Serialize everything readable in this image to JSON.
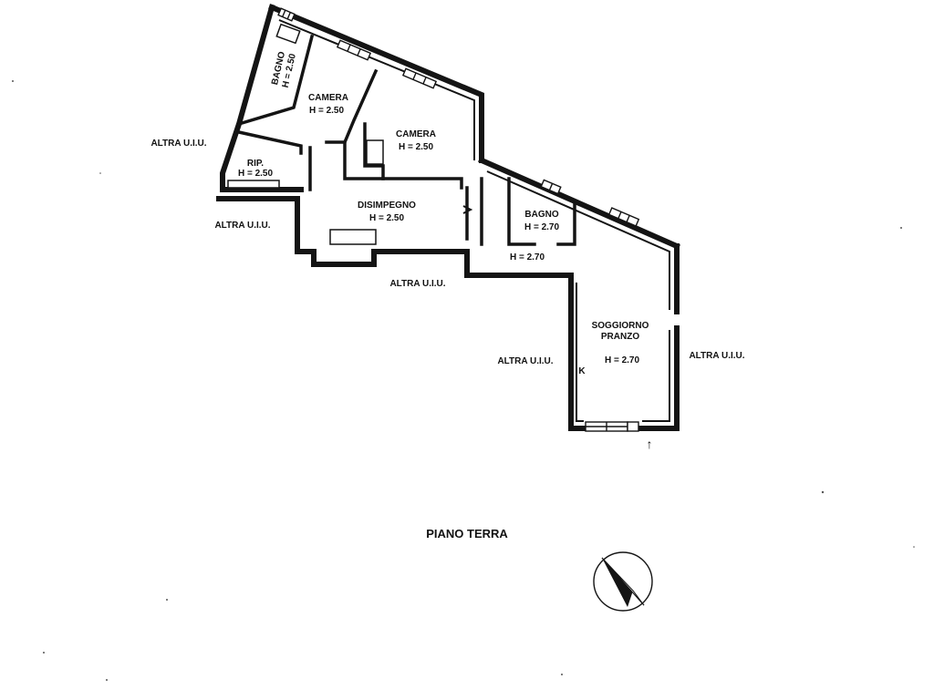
{
  "floor": {
    "title": "PIANO TERRA"
  },
  "rooms": {
    "bagno_1": {
      "name": "BAGNO",
      "height": "H = 2.50"
    },
    "camera_1": {
      "name": "CAMERA",
      "height": "H = 2.50"
    },
    "camera_2": {
      "name": "CAMERA",
      "height": "H = 2.50"
    },
    "ripostiglio": {
      "name": "RIP.",
      "height": "H = 2.50"
    },
    "disimpegno": {
      "name": "DISIMPEGNO",
      "height": "H = 2.50"
    },
    "bagno_2": {
      "name": "BAGNO",
      "height": "H = 2.70"
    },
    "antibagno": {
      "height": "H = 2.70"
    },
    "soggiorno": {
      "name_line1": "SOGGIORNO",
      "name_line2": "PRANZO",
      "height": "H = 2.70"
    }
  },
  "neighbors": {
    "left_upper": "ALTRA U.I.U.",
    "left_lower": "ALTRA U.I.U.",
    "bottom_center": "ALTRA U.I.U.",
    "bottom_left": "ALTRA U.I.U.",
    "right": "ALTRA U.I.U."
  },
  "symbols": {
    "kitchen_mark": "K",
    "entrance_arrow": "↑"
  },
  "colors": {
    "ink": "#141414",
    "paper": "#ffffff"
  }
}
